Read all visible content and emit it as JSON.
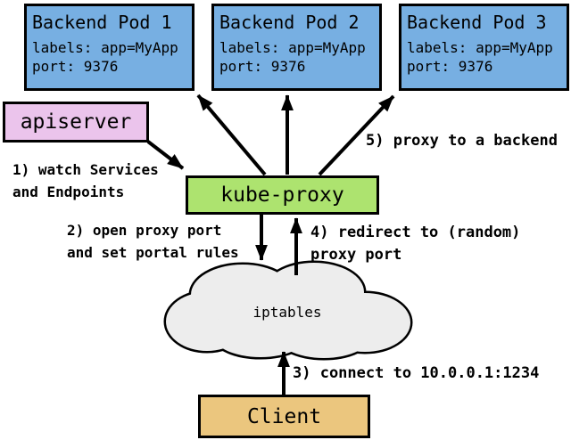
{
  "diagram": {
    "pods": [
      {
        "title": "Backend Pod 1",
        "labels": "labels: app=MyApp",
        "port": "port: 9376"
      },
      {
        "title": "Backend Pod 2",
        "labels": "labels: app=MyApp",
        "port": "port: 9376"
      },
      {
        "title": "Backend Pod 3",
        "labels": "labels: app=MyApp",
        "port": "port: 9376"
      }
    ],
    "nodes": {
      "apiserver": "apiserver",
      "kube_proxy": "kube-proxy",
      "iptables": "iptables",
      "client": "Client"
    },
    "annotations": [
      {
        "lines": [
          "1) watch Services",
          "and Endpoints"
        ]
      },
      {
        "lines": [
          "2) open proxy port",
          "and set portal rules"
        ]
      },
      {
        "lines": [
          "3) connect to 10.0.0.1:1234"
        ]
      },
      {
        "lines": [
          "4) redirect to (random)",
          "proxy port"
        ]
      },
      {
        "lines": [
          "5) proxy to a backend"
        ]
      }
    ],
    "colors": {
      "pod_fill": "#77AFE2",
      "apiserver_fill": "#EBC4EC",
      "kube_proxy_fill": "#ADE36F",
      "client_fill": "#EBC67E",
      "cloud_fill": "#EDEDED",
      "arrow": "#000000",
      "border": "#000000"
    }
  }
}
